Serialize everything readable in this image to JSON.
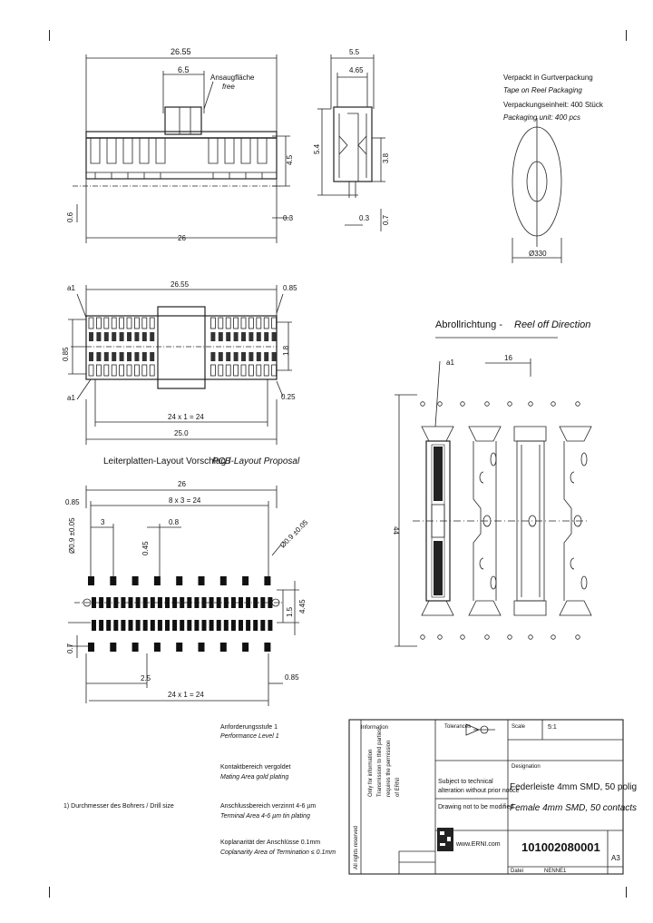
{
  "top_view": {
    "dim_overall": "26.55",
    "dim_pitch": "6.5",
    "note_de": "Ansaugfläche",
    "note_en": "free",
    "dim_height": "4.5",
    "dim_pin": "0.3",
    "dim_base": "26",
    "dim_left": "0.6"
  },
  "side_view": {
    "dim_width": "5.5",
    "dim_inner": "4.65",
    "dim_total_h": "5.4",
    "dim_body_h": "3.8",
    "dim_pin_len": "0.7",
    "dim_pin_w": "0.3"
  },
  "packaging": {
    "line1_de": "Verpackt in Gurtverpackung",
    "line1_en": "Tape on Reel Packaging",
    "line2_de": "Verpackungseinheit: 400 Stück",
    "line2_en": "Packaging unit: 400 pcs",
    "reel_dim": "Ø330"
  },
  "front_view": {
    "dim_overall": "26.55",
    "dim_right": "0.85",
    "dim_left": "0.85",
    "label_a1_top": "a1",
    "label_a1_bot": "a1",
    "dim_row": "1.8",
    "dim_right_bot": "0.25",
    "dim_pitch_total": "24 x 1 = 24",
    "dim_length": "25.0"
  },
  "pcb_layout": {
    "title_de": "Leiterplatten-Layout Vorschlag /",
    "title_en": "PCB-Layout Proposal",
    "dim_total": "26",
    "dim_left": "0.85",
    "dim_pitch_pads": "8 x 3 = 24",
    "dim_hole": "Ø0.9 ±0.05",
    "dim_3": "3",
    "dim_08": "0.8",
    "dim_045": "0.45",
    "dim_via": "Ø0.9 ±0.05",
    "dim_15": "1.5",
    "dim_445": "4.45",
    "dim_07": "0.7",
    "dim_25": "2.5",
    "dim_bottom_right": "0.85",
    "dim_bottom": "24 x 1 = 24"
  },
  "tape_view": {
    "title_de": "Abrollrichtung -",
    "title_en": "Reel off Direction",
    "dim_pitch": "16",
    "label_a1": "a1",
    "dim_height": "44"
  },
  "notes": {
    "perf_de": "Anforderungsstufe 1",
    "perf_en": "Performance Level 1",
    "mating_de": "Kontaktbereich vergoldet",
    "mating_en": "Mating Area gold plating",
    "term_de": "Anschlussbereich verzinnt 4-6 µm",
    "term_en": "Terminal Area 4-6 µm tin plating",
    "copl_de": "Koplanarität der Anschlüsse 0.1mm",
    "copl_en": "Coplanarity Area of Termination ≤ 0.1mm",
    "footnote": "1) Durchmesser des Bohrers / Drill size"
  },
  "title_block": {
    "info_label": "Information",
    "tolerances_label": "Tolerances",
    "scale_label": "Scale",
    "scale_value": "5:1",
    "designation_label": "Designation",
    "rights_1": "All rights reserved",
    "rights_2": "Only for information",
    "rights_3": "Transmission to third parties",
    "rights_4": "requires the permission",
    "rights_5": "of ERNI",
    "subject_1": "Subject to technical",
    "subject_2": "alteration without prior notice",
    "subject_3": "Drawing not to be modified",
    "title_de": "Federleiste 4mm SMD, 50 polig",
    "title_en": "Female 4mm SMD, 50 contacts",
    "brand": "www.ERNI.com",
    "part_number": "101002080001",
    "revision": "A3",
    "sheet_label": "Datei",
    "file_name": "NENNE1"
  }
}
